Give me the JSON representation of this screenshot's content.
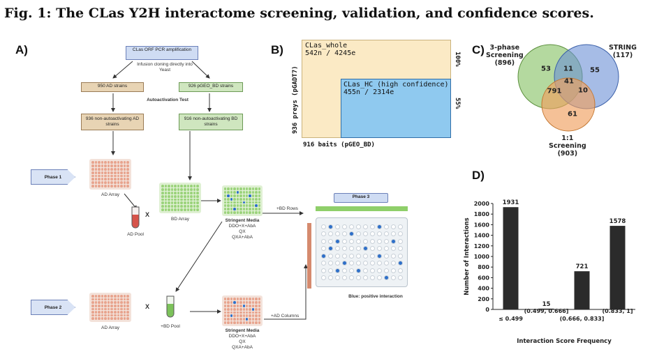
{
  "figure": {
    "title": "Fig. 1: The CLas Y2H interactome screening, validation, and confidence scores."
  },
  "panel_a": {
    "letter": "A)",
    "orf_box": "CLas ORF PCR amplification",
    "infusion_text": "Infusion cloning directly into Yeast",
    "ad_strains": "950 AD strains",
    "bd_strains": "926 pGEO_BD strains",
    "autoactivation": "Autoactivation Test",
    "ad_nonauto": "936 non-autoactivating AD strains",
    "bd_nonauto": "916 non-autoactivating BD strains",
    "phase1": "Phase 1",
    "phase2": "Phase 2",
    "phase3": "Phase 3",
    "ad_array": "AD Array",
    "ad_array2": "AD Array",
    "ad_pool": "AD Pool",
    "bd_array": "BD Array",
    "bd_pool": "+BD Pool",
    "x_mark": "X",
    "x_mark2": "X",
    "stringent1": "Stringent Media",
    "stringent1_sub": "DDO+X+AbA\nQX\nQXA+AbA",
    "stringent2": "Stringent Media",
    "stringent2_sub": "DDO+X+AbA\nQX\nQXA+AbA",
    "bd_rows": "+BD Rows",
    "ad_columns": "+AD Columns",
    "blue_positive": "Blue: positive interaction",
    "colors": {
      "ad_well": "#e8a48e",
      "bd_well": "#9bd37b",
      "positive": "#2d6fc9",
      "tan": "#e8d4b4"
    }
  },
  "panel_b": {
    "letter": "B)",
    "whole_name": "CLas_whole",
    "whole_counts": "542n / 4245e",
    "hc_name": "CLas_HC (high confidence)",
    "hc_counts": "455n / 2314e",
    "y_axis": "936 preys (pGADT7)",
    "x_axis": "916 baits (pGEO_BD)",
    "pct_whole": "100%",
    "pct_hc": "55%",
    "colors": {
      "whole": "#fbeac5",
      "hc": "#8fc9ef"
    }
  },
  "panel_c": {
    "letter": "C)",
    "sets": [
      {
        "name": "3-phase\nScreening",
        "total": "(896)",
        "color": "#8cc56b"
      },
      {
        "name": "STRING",
        "total": "(117)",
        "color": "#6b8fd6"
      },
      {
        "name": "1:1\nScreening",
        "total": "(903)",
        "color": "#f0a060"
      }
    ],
    "regions": {
      "screening_only": "53",
      "string_only": "55",
      "one_to_one_only": "61",
      "screening_string": "11",
      "all_three": "41",
      "screening_one_to_one": "791",
      "string_one_to_one": "10"
    }
  },
  "panel_d": {
    "letter": "D)"
  },
  "chart_data": {
    "type": "bar",
    "categories": [
      "≤ 0.499",
      "(0.499, 0.666]",
      "(0.666, 0.833]",
      "(0.833, 1]"
    ],
    "values": [
      1931,
      15,
      721,
      1578
    ],
    "xlabel": "Interaction Score Frequency",
    "ylabel": "Number of Interactions",
    "ylim": [
      0,
      2000
    ],
    "yticks": [
      0,
      200,
      400,
      600,
      800,
      1000,
      1200,
      1400,
      1600,
      1800,
      2000
    ],
    "bar_color": "#2b2b2b",
    "grid": false
  }
}
